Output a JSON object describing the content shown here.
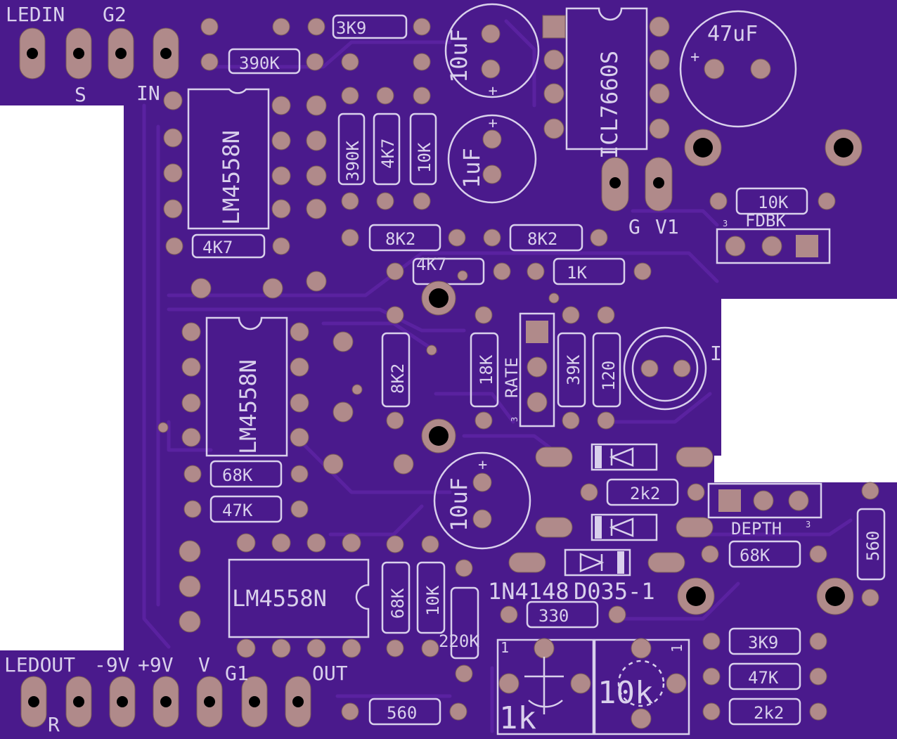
{
  "board": {
    "colors": {
      "board": "#4a1a8c",
      "trace": "#5a22a0",
      "silk": "#d9d0ec",
      "pad": "#b08a8a",
      "drill": "#000000",
      "background": "#ffffff"
    }
  },
  "edge_labels": {
    "top_left": [
      "LEDIN",
      "G2",
      "S",
      "IN"
    ],
    "bottom_left": [
      "LEDOUT",
      "-9V",
      "+9V",
      "V",
      "G1",
      "OUT",
      "R"
    ],
    "mid_right": [
      "G",
      "V1"
    ]
  },
  "ics": {
    "u1": "LM4558N",
    "u2": "LM4558N",
    "u3": "LM4558N",
    "u4": "ICL7660S"
  },
  "resistors": {
    "r_3k9_top": "3K9",
    "r_390k_top": "390K",
    "r_390k_v": "390K",
    "r_4k7_v": "4K7",
    "r_10k_v": "10K",
    "r_4k7_left": "4K7",
    "r_8k2_a": "8K2",
    "r_8k2_b": "8K2",
    "r_4k7_mid": "4K7",
    "r_1k": "1K",
    "r_10k_fdbk": "10K",
    "r_8k2_v": "8K2",
    "r_18k": "18K",
    "r_39k": "39K",
    "r_120": "120",
    "r_68k_left": "68K",
    "r_47k_left": "47K",
    "r_2k2_mid": "2k2",
    "r_68k_right": "68K",
    "r_560_right": "560",
    "r_68k_v": "68K",
    "r_10k_v2": "10K",
    "r_220k": "220K",
    "r_330": "330",
    "r_3k9_bot": "3K9",
    "r_47k_bot": "47K",
    "r_2k2_bot": "2k2",
    "r_560_bot": "560"
  },
  "capacitors": {
    "c_10uf_top": "10uF",
    "c_1uf": "1uF",
    "c_47uf": "47uF",
    "c_10uf_mid": "10uF"
  },
  "diode_label": "1N4148",
  "led_label": "D035-1",
  "headers": {
    "fdbk": {
      "label": "FDBK",
      "pin_mark": "3"
    },
    "rate": {
      "label": "RATE",
      "pin_mark": "3"
    },
    "depth": {
      "label": "DEPTH",
      "pin_mark": "3"
    }
  },
  "pots": {
    "left": {
      "value": "1k",
      "pin_mark": "1"
    },
    "right": {
      "value": "10k",
      "pin_mark": "1"
    }
  },
  "misc": {
    "led_edge_mark": "I",
    "plus_sign": "+"
  }
}
